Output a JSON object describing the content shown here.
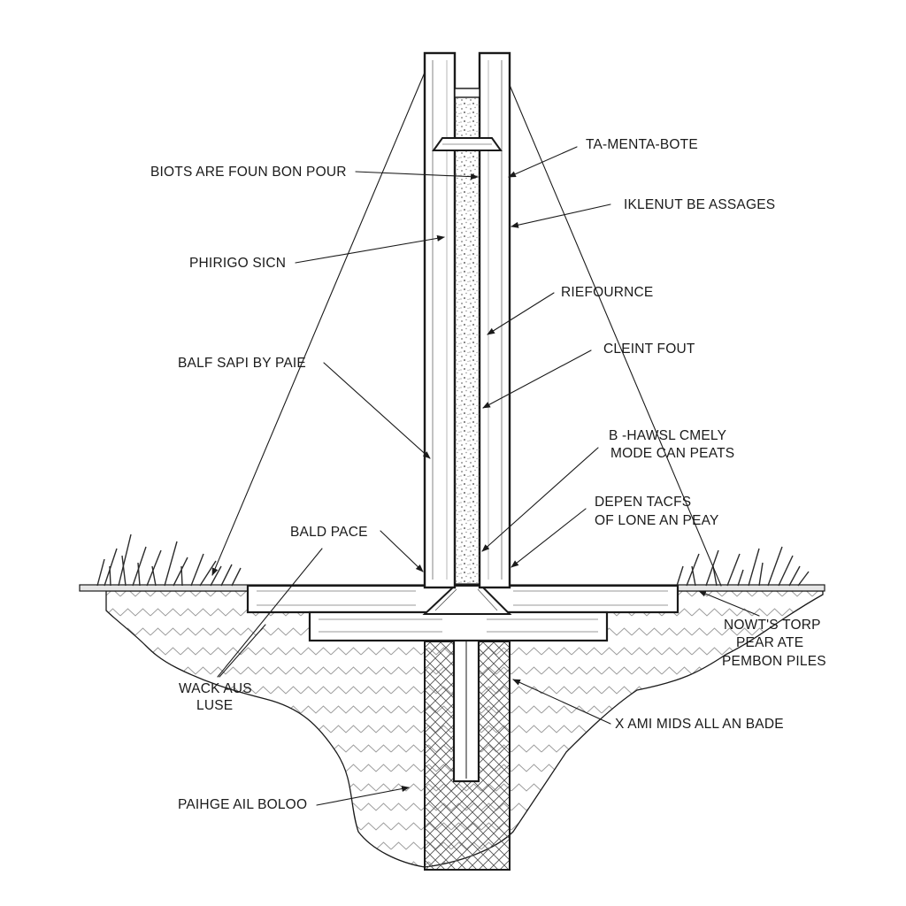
{
  "diagram": {
    "labels": {
      "l_top_left": "BIOTS ARE FOUN BON POUR",
      "l_phirigo": "PHIRIGO SICN",
      "l_balf": "BALF SAPI BY PAIE",
      "l_bald": "BALD PACE",
      "l_wack_1": "WACK AUS",
      "l_wack_2": "LUSE",
      "l_paihge": "PAIHGE AIL BOLOO",
      "l_ta_menta": "TA-MENTA-BOTE",
      "l_iklenut": "IKLENUT BE ASSAGES",
      "l_riefournce": "RIEFOURNCE",
      "l_cleint": "CLEINT FOUT",
      "l_bhawsl_1": "B -HAWSL CMELY",
      "l_bhawsl_2": "MODE CAN PEATS",
      "l_depen_1": "DEPEN TACFS",
      "l_depen_2": "OF LONE AN PEAY",
      "l_nowts_1": "NOWT'S TORP",
      "l_nowts_2": "PEAR ATE",
      "l_nowts_3": "PEMBON PILES",
      "l_xami": "X AMI MIDS ALL AN BADE"
    },
    "colors": {
      "ink": "#1a1a1a",
      "background": "#ffffff",
      "grass": "#2b2b2b"
    }
  }
}
